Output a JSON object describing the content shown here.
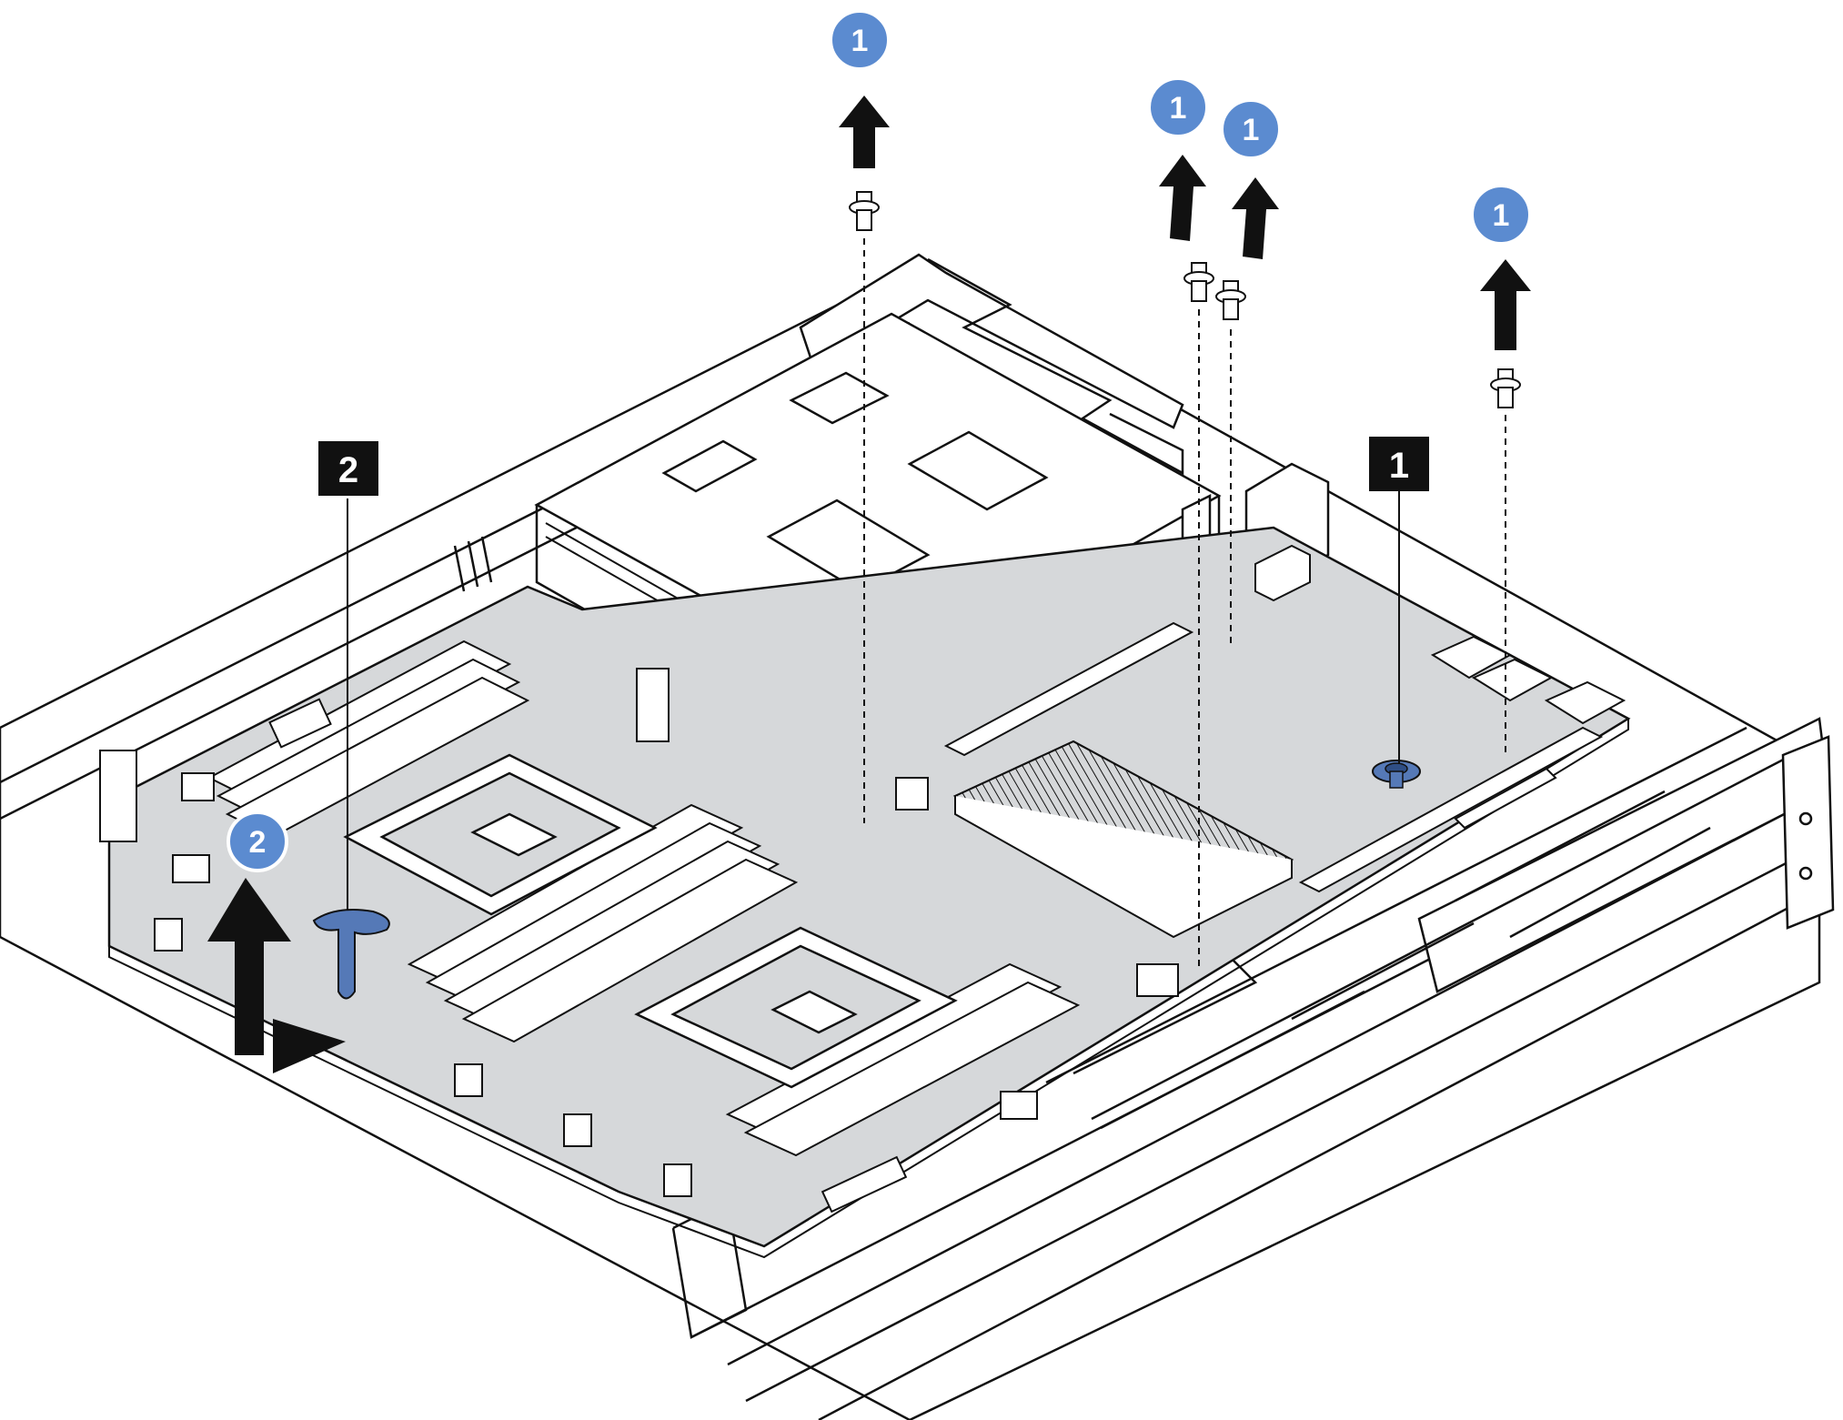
{
  "step_callouts": [
    {
      "id": "screw-a",
      "label": "1"
    },
    {
      "id": "screw-b",
      "label": "1"
    },
    {
      "id": "screw-c",
      "label": "1"
    },
    {
      "id": "screw-d",
      "label": "1"
    },
    {
      "id": "lift",
      "label": "2"
    }
  ],
  "part_labels": [
    {
      "id": "guide-pin",
      "label": "1"
    },
    {
      "id": "lift-handle",
      "label": "2"
    }
  ],
  "colors": {
    "callout_fill": "#5b8bd0",
    "callout_stroke": "#ffffff",
    "board_fill": "#d6d8da",
    "chassis_fill": "#ffffff",
    "line": "#111111",
    "blue_part": "#5579b7",
    "label_fill": "#111111"
  },
  "icons": [
    "screw-icon",
    "up-arrow-icon",
    "lift-handle-icon",
    "guide-pin-icon"
  ]
}
